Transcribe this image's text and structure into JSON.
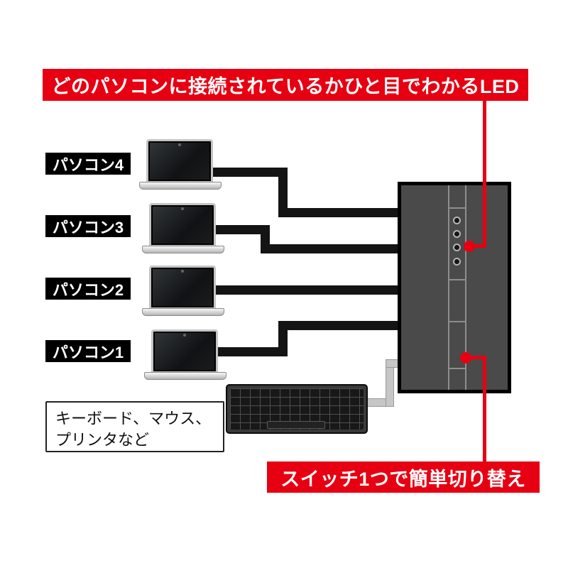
{
  "title_banner": {
    "text": "どのパソコンに接続されているかひと目でわかるLED"
  },
  "bottom_banner": {
    "text": "スイッチ1つで簡単切り替え"
  },
  "computers": [
    {
      "label": "パソコン4"
    },
    {
      "label": "パソコン3"
    },
    {
      "label": "パソコン2"
    },
    {
      "label": "パソコン1"
    }
  ],
  "peripherals_box": {
    "line1": "キーボード、マウス、",
    "line2": "プリンタなど"
  },
  "switch": {
    "led_count": 4,
    "ports": 4
  },
  "colors": {
    "accent_red": "#e60012",
    "cable_black": "#141414",
    "cable_gray": "#c6c6c6",
    "switch_body": "#4a4a4a",
    "label_bg": "#000000",
    "label_fg": "#ffffff"
  }
}
